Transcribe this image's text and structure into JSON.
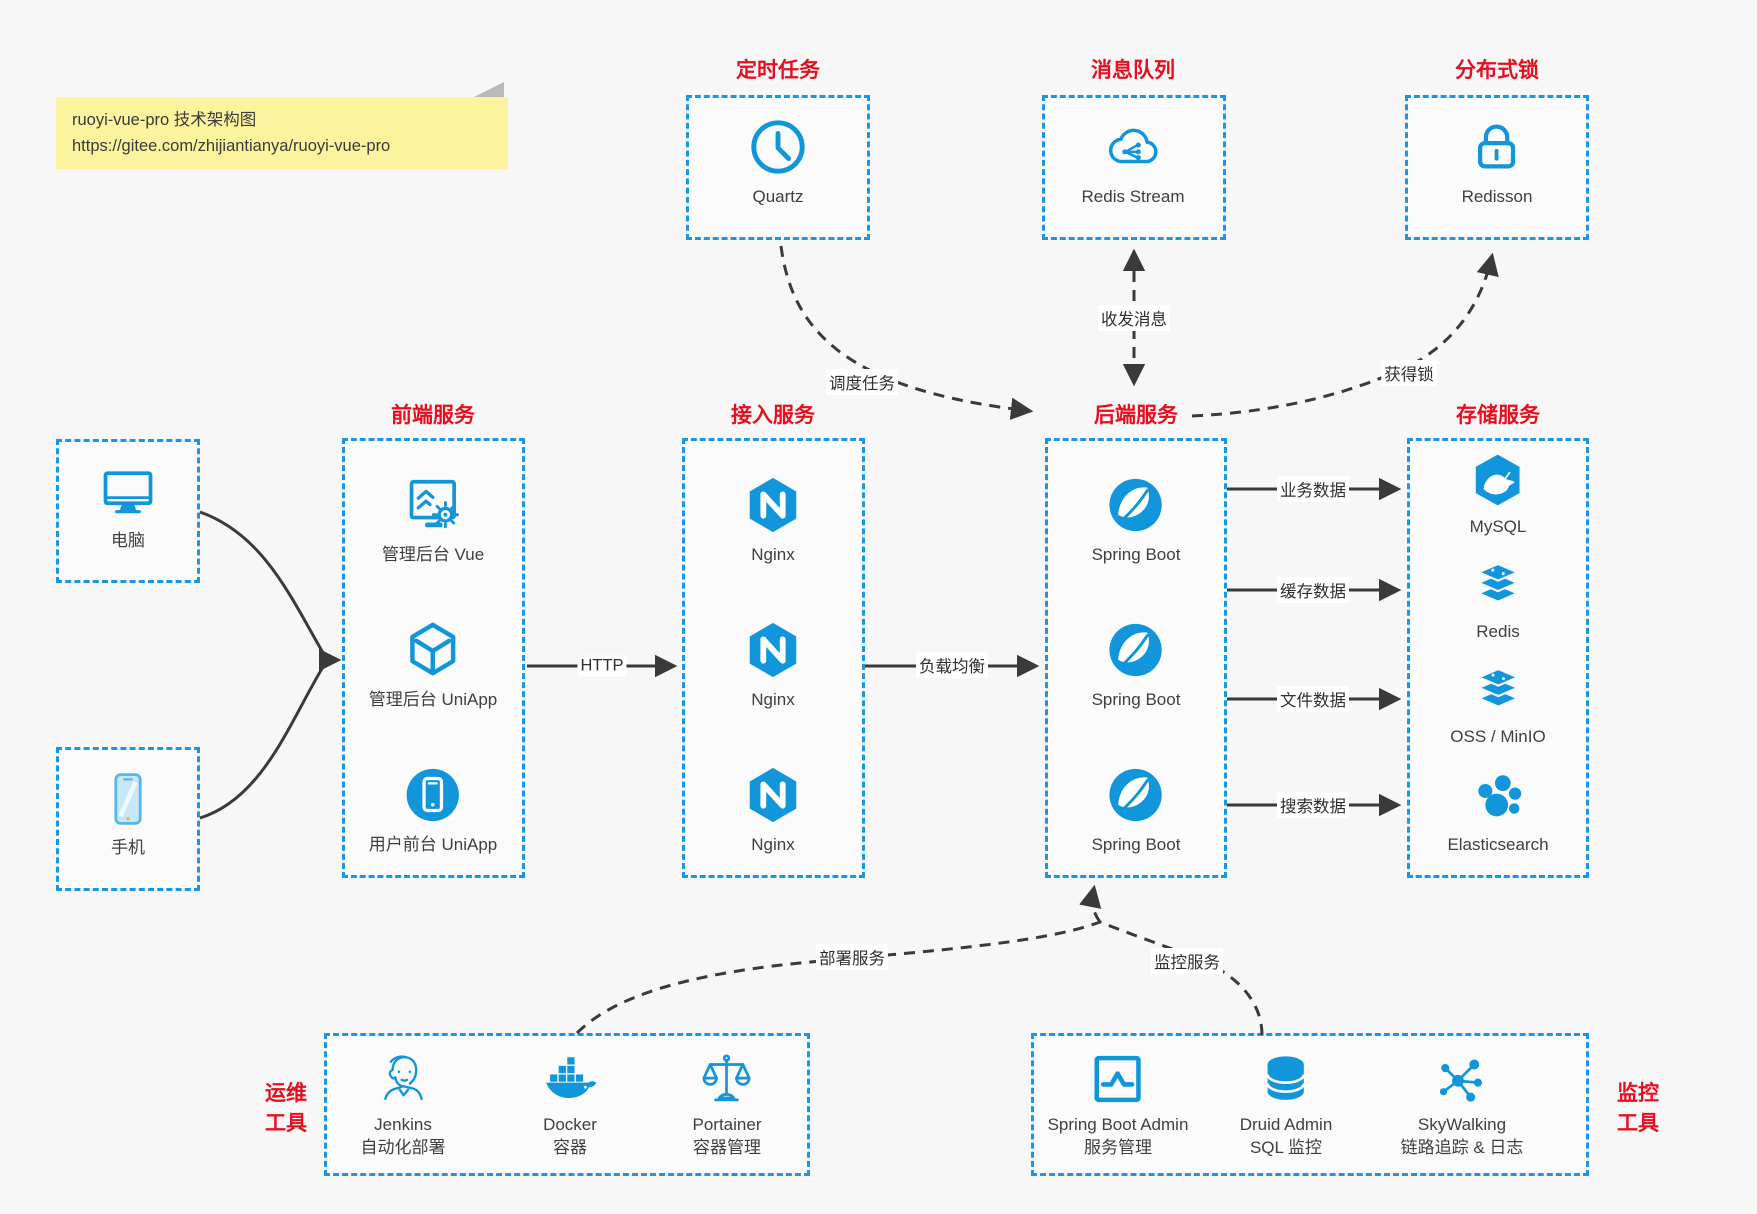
{
  "colors": {
    "background": "#f7f7f8",
    "box_border_blue": "#1a96e8",
    "icon_blue": "#1296db",
    "title_red": "#e60f1e",
    "label_ink": "#3f3f3f",
    "wire_dark": "#3a3a3a",
    "note_yellow": "#fbf39e"
  },
  "note": {
    "line1": "ruoyi-vue-pro 技术架构图",
    "line2": "https://gitee.com/zhijiantianya/ruoyi-vue-pro"
  },
  "groups": {
    "scheduler": {
      "title": "定时任务",
      "item": {
        "label": "Quartz",
        "icon": "clock-icon"
      }
    },
    "mq": {
      "title": "消息队列",
      "item": {
        "label": "Redis Stream",
        "icon": "cloud-mq-icon"
      }
    },
    "lock": {
      "title": "分布式锁",
      "item": {
        "label": "Redisson",
        "icon": "lock-icon"
      }
    },
    "clients": {
      "computer": {
        "label": "电脑",
        "icon": "desktop-icon"
      },
      "phone": {
        "label": "手机",
        "icon": "smartphone-icon"
      }
    },
    "frontend": {
      "title": "前端服务",
      "items": [
        {
          "label": "管理后台 Vue",
          "icon": "admin-vue-icon"
        },
        {
          "label": "管理后台 UniApp",
          "icon": "uniapp-cube-icon"
        },
        {
          "label": "用户前台 UniApp",
          "icon": "mobile-app-icon"
        }
      ]
    },
    "gateway": {
      "title": "接入服务",
      "items": [
        {
          "label": "Nginx",
          "icon": "nginx-icon"
        },
        {
          "label": "Nginx",
          "icon": "nginx-icon"
        },
        {
          "label": "Nginx",
          "icon": "nginx-icon"
        }
      ]
    },
    "backend": {
      "title": "后端服务",
      "items": [
        {
          "label": "Spring Boot",
          "icon": "spring-boot-icon"
        },
        {
          "label": "Spring Boot",
          "icon": "spring-boot-icon"
        },
        {
          "label": "Spring Boot",
          "icon": "spring-boot-icon"
        }
      ]
    },
    "storage": {
      "title": "存储服务",
      "items": [
        {
          "label": "MySQL",
          "icon": "mysql-icon"
        },
        {
          "label": "Redis",
          "icon": "redis-stack-icon"
        },
        {
          "label": "OSS / MinIO",
          "icon": "object-storage-icon"
        },
        {
          "label": "Elasticsearch",
          "icon": "elasticsearch-icon"
        }
      ]
    },
    "ops": {
      "title_line1": "运维",
      "title_line2": "工具",
      "items": [
        {
          "label": "Jenkins",
          "sublabel": "自动化部署",
          "icon": "jenkins-icon"
        },
        {
          "label": "Docker",
          "sublabel": "容器",
          "icon": "docker-icon"
        },
        {
          "label": "Portainer",
          "sublabel": "容器管理",
          "icon": "portainer-icon"
        }
      ]
    },
    "monitoring": {
      "title_line1": "监控",
      "title_line2": "工具",
      "items": [
        {
          "label": "Spring Boot Admin",
          "sublabel": "服务管理",
          "icon": "spring-boot-admin-icon"
        },
        {
          "label": "Druid Admin",
          "sublabel": "SQL 监控",
          "icon": "druid-icon"
        },
        {
          "label": "SkyWalking",
          "sublabel": "链路追踪 & 日志",
          "icon": "skywalking-icon"
        }
      ]
    }
  },
  "edges": {
    "http": "HTTP",
    "load_balance": "负载均衡",
    "schedule": "调度任务",
    "messages": "收发消息",
    "lock": "获得锁",
    "business": "业务数据",
    "cache": "缓存数据",
    "file": "文件数据",
    "search": "搜索数据",
    "deploy": "部署服务",
    "monitor": "监控服务"
  }
}
